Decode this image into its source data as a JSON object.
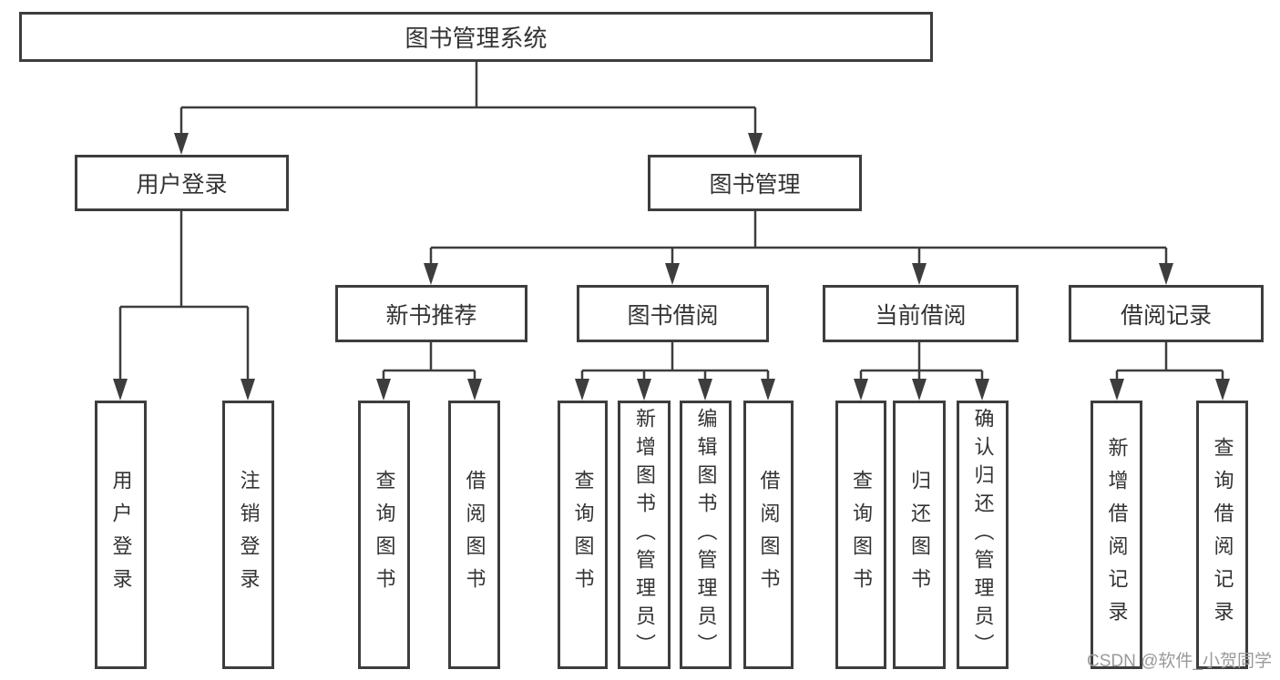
{
  "watermark": "CSDN @软件_小贺同学",
  "colors": {
    "line": "#3d3d3d",
    "box_border": "#3d3d3d",
    "box_fill": "#ffffff",
    "text": "#333333",
    "watermark": "#9a9a9a"
  },
  "diagram": {
    "root": {
      "label": "图书管理系统"
    },
    "user_login": {
      "label": "用户登录",
      "children": [
        {
          "label": "用户登录"
        },
        {
          "label": "注销登录"
        }
      ]
    },
    "book_management": {
      "label": "图书管理",
      "new_book_recommend": {
        "label": "新书推荐",
        "children": [
          {
            "label": "查询图书"
          },
          {
            "label": "借阅图书"
          }
        ]
      },
      "book_borrowing": {
        "label": "图书借阅",
        "children": [
          {
            "label": "查询图书"
          },
          {
            "label": "新增图书（管理员）"
          },
          {
            "label": "编辑图书（管理员）"
          },
          {
            "label": "借阅图书"
          }
        ]
      },
      "current_borrowing": {
        "label": "当前借阅",
        "children": [
          {
            "label": "查询图书"
          },
          {
            "label": "归还图书"
          },
          {
            "label": "确认归还（管理员）"
          }
        ]
      },
      "borrowing_records": {
        "label": "借阅记录",
        "children": [
          {
            "label": "新增借阅记录"
          },
          {
            "label": "查询借阅记录"
          }
        ]
      }
    }
  }
}
